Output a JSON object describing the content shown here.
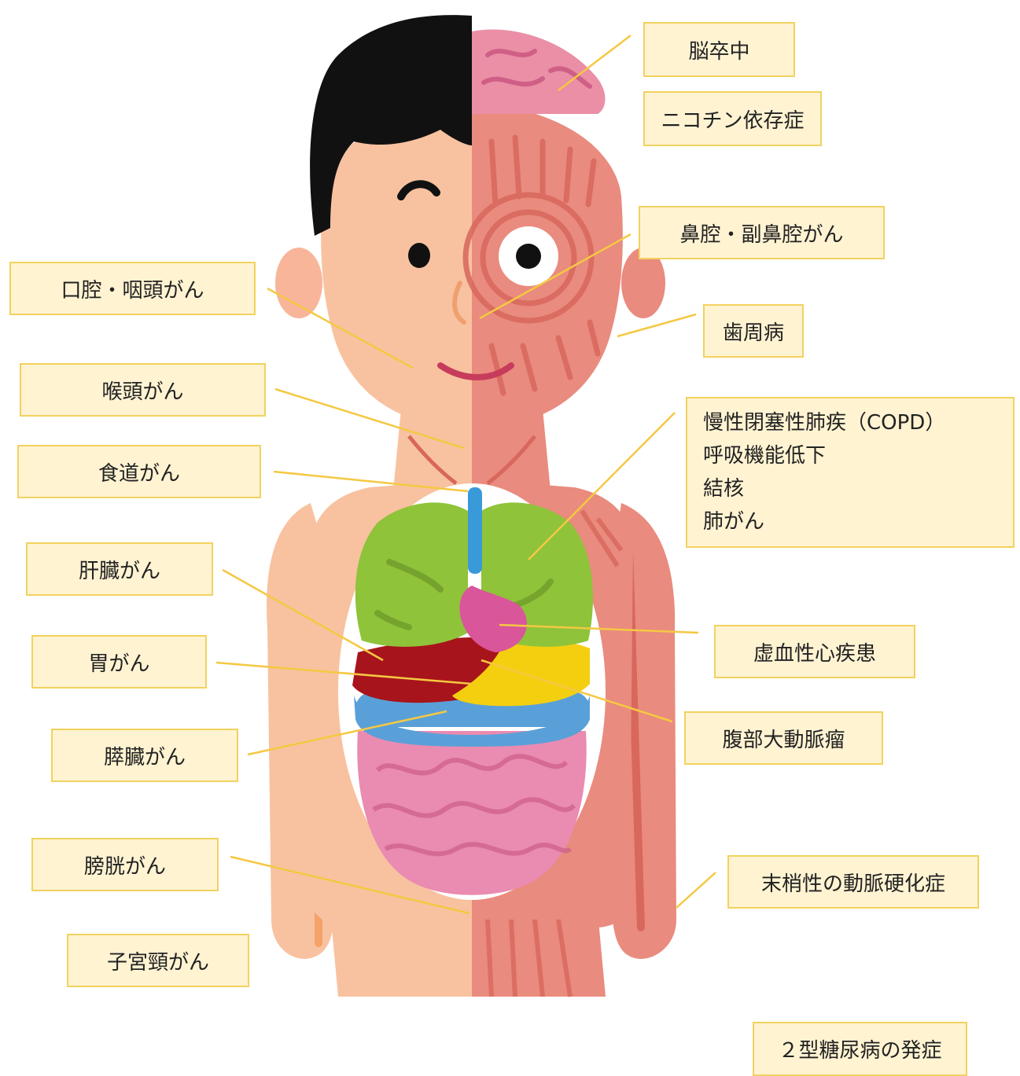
{
  "labels": {
    "stroke": "脳卒中",
    "nicotine": "ニコチン依存症",
    "nasal": "鼻腔・副鼻腔がん",
    "oral": "口腔・咽頭がん",
    "periodontal": "歯周病",
    "larynx": "喉頭がん",
    "copd": [
      "慢性閉塞性肺疾（COPD）",
      "呼吸機能低下",
      "結核",
      "肺がん"
    ],
    "esophagus": "食道がん",
    "liver": "肝臓がん",
    "heart": "虚血性心疾患",
    "stomach": "胃がん",
    "aorta": "腹部大動脈瘤",
    "pancreas": "膵臓がん",
    "bladder": "膀胱がん",
    "arterio": "末梢性の動脈硬化症",
    "cervix": "子宮頸がん",
    "diabetes": "２型糖尿病の発症"
  },
  "colors": {
    "label_fill": "#fff3d2",
    "label_border": "#f2d25e",
    "leader_line": "#f5c842",
    "skin": "#f8c2a0",
    "muscle": "#e98b7e",
    "lung": "#8fc33a",
    "liver": "#a8141b",
    "stomach": "#f4cf10",
    "pancreas": "#5aa0d8",
    "intestine": "#ea8bb1",
    "heart": "#d9569a",
    "hair": "#111111",
    "brain": "#ea8fa6"
  }
}
